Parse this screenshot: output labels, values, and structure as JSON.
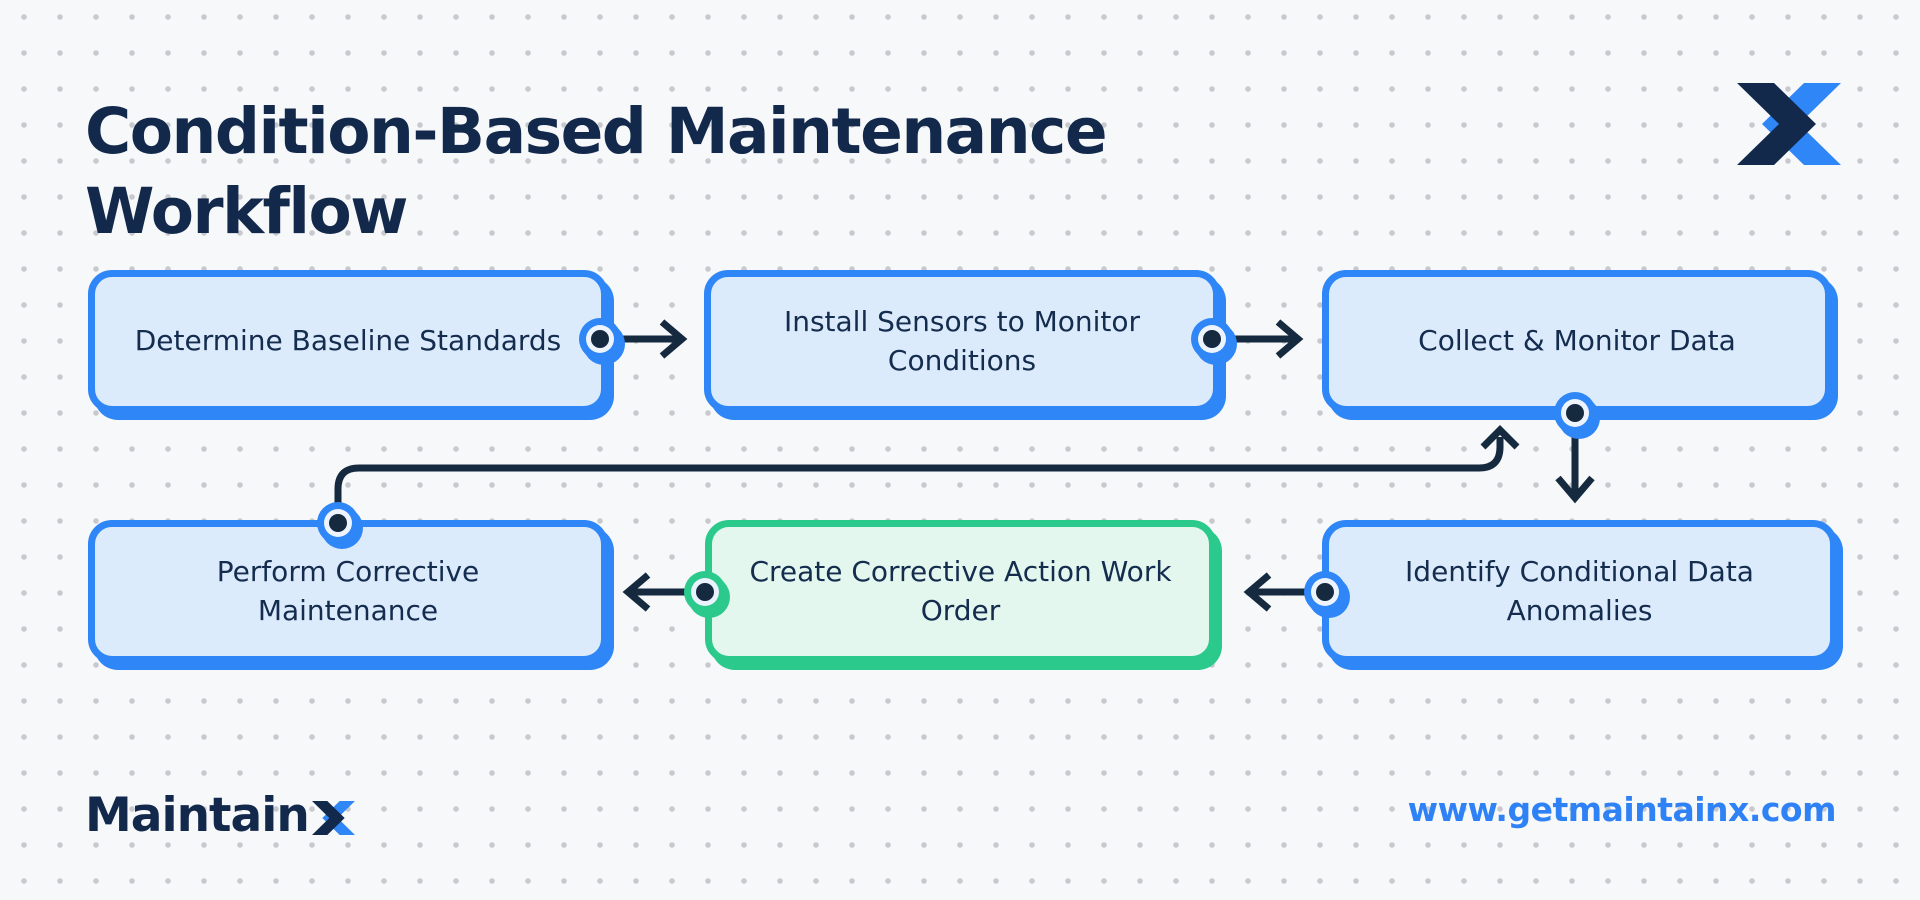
{
  "page": {
    "title": "Condition-Based Maintenance Workflow",
    "title_lines": [
      "Condition-Based Maintenance",
      "Workflow"
    ]
  },
  "flow": {
    "nodes": [
      {
        "id": "determine-baseline-standards",
        "label": "Determine Baseline Standards",
        "variant": "blue"
      },
      {
        "id": "install-sensors-to-monitor-conditions",
        "label": "Install Sensors to Monitor Conditions",
        "variant": "blue"
      },
      {
        "id": "collect-and-monitor-data",
        "label": "Collect & Monitor Data",
        "variant": "blue"
      },
      {
        "id": "identify-conditional-data-anomalies",
        "label": "Identify Conditional Data Anomalies",
        "variant": "blue"
      },
      {
        "id": "create-corrective-action-work-order",
        "label": "Create Corrective Action Work Order",
        "variant": "green"
      },
      {
        "id": "perform-corrective-maintenance",
        "label": "Perform Corrective Maintenance",
        "variant": "blue"
      }
    ],
    "connections": [
      {
        "from": "determine-baseline-standards",
        "to": "install-sensors-to-monitor-conditions"
      },
      {
        "from": "install-sensors-to-monitor-conditions",
        "to": "collect-and-monitor-data"
      },
      {
        "from": "collect-and-monitor-data",
        "to": "identify-conditional-data-anomalies"
      },
      {
        "from": "identify-conditional-data-anomalies",
        "to": "create-corrective-action-work-order"
      },
      {
        "from": "create-corrective-action-work-order",
        "to": "perform-corrective-maintenance"
      },
      {
        "from": "perform-corrective-maintenance",
        "to": "collect-and-monitor-data"
      }
    ]
  },
  "branding": {
    "wordmark_full": "MaintainX",
    "wordmark_text": "Maintain",
    "logo_mark": "X"
  },
  "footer": {
    "url": "www.getmaintainx.com"
  },
  "colors": {
    "background": "#F7F8FA",
    "dot_grid": "#C7C9CD",
    "navy": "#142C4E",
    "accent_blue": "#2F86F6",
    "box_blue_fill": "#DCEBFC",
    "accent_green": "#2CC98D",
    "box_green_fill": "#E4F7EE",
    "url_blue": "#2E82F5"
  }
}
